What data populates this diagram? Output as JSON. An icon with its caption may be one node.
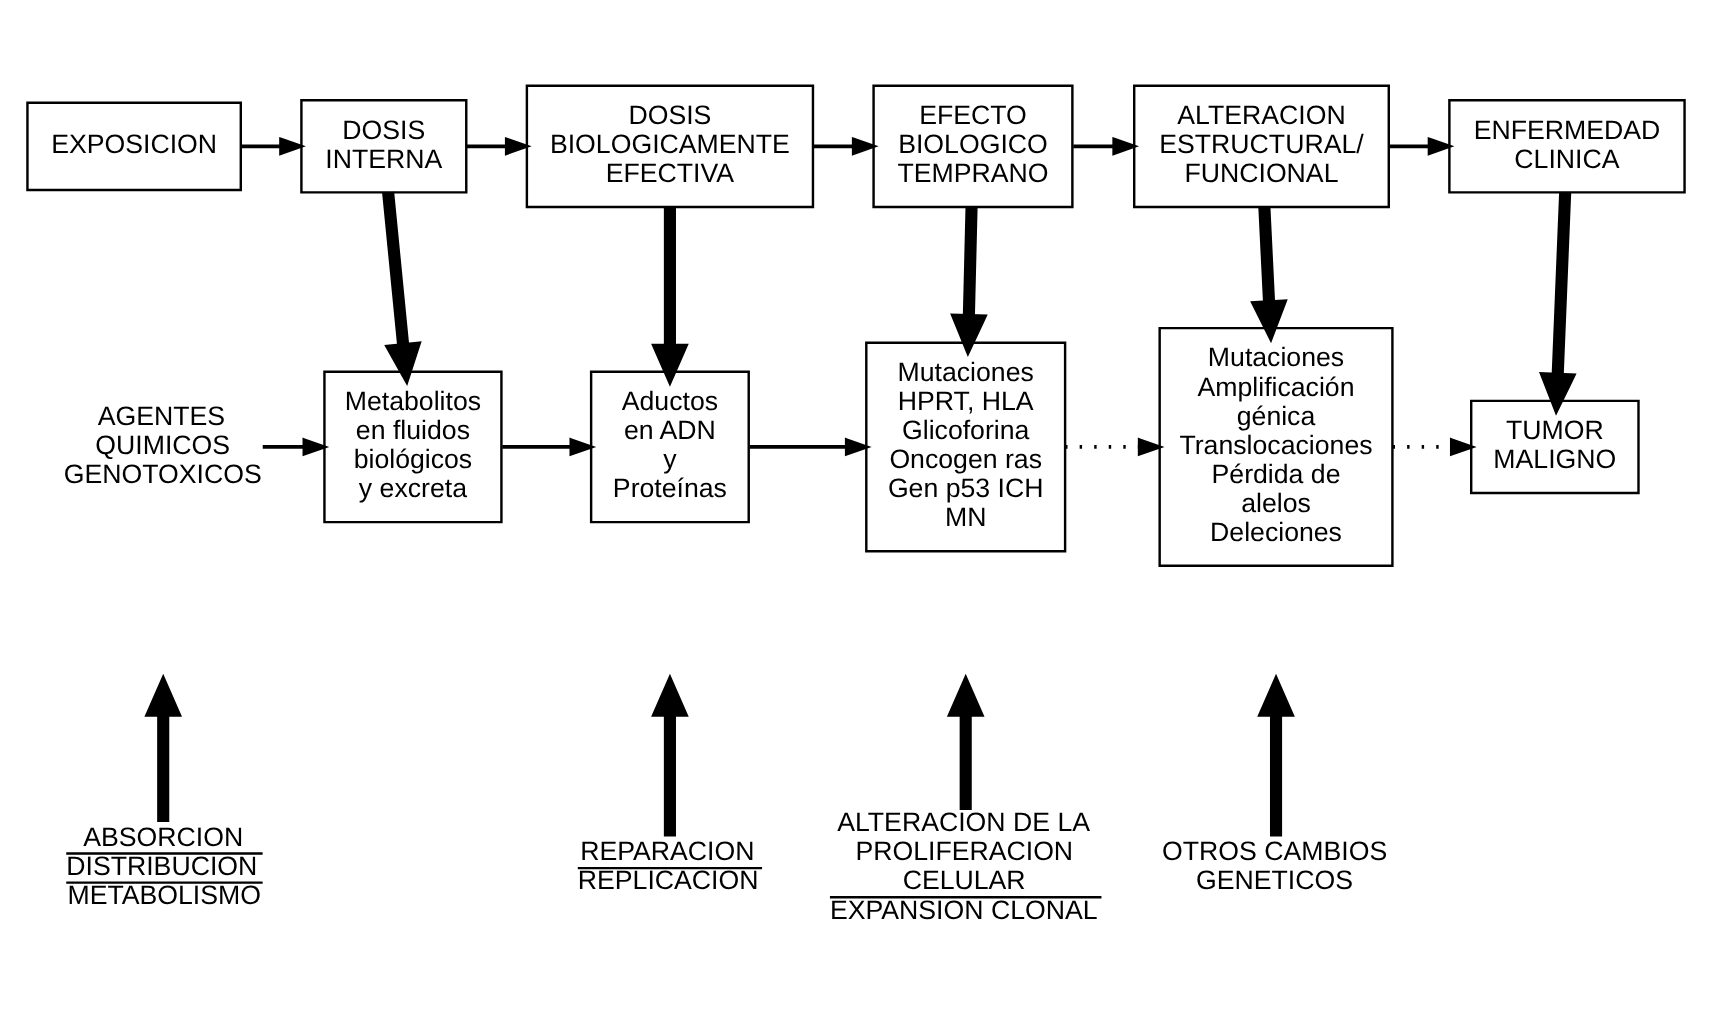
{
  "diagram": {
    "nodes": [
      {
        "text": [
          "EXPOSICION"
        ]
      },
      {
        "text": [
          "DOSIS INTERNA"
        ]
      },
      {
        "text": [
          "DOSIS BIOLOGICAMENTE EFECTIVA"
        ]
      },
      {
        "text": [
          "EFECTO BIOLOGICO TEMPRANO"
        ]
      },
      {
        "text": [
          "ALTERACION ESTRUCTURAL/ FUNCIONAL"
        ]
      },
      {
        "text": [
          "ENFERMEDAD CLINICA"
        ]
      },
      {
        "text": [
          "AGENTES QUIMICOS GENOTOXICOS"
        ]
      },
      {
        "text": [
          "Metabolitos en fluidos biológicos y excreta"
        ]
      },
      {
        "text": [
          "Aductos en ADN y Proteínas"
        ]
      },
      {
        "text": [
          "Mutaciones HPRT, HLA Glicoforina Oncogen ras Gen p53 ICH MN"
        ]
      },
      {
        "text": [
          "Mutaciones Amplificación génica Translocaciones Pérdida de alelos Deleciones"
        ]
      },
      {
        "text": [
          "TUMOR MALIGNO"
        ]
      },
      {
        "text": [
          "ABSORCION",
          "DISTRIBUCION",
          "METABOLISMO"
        ]
      },
      {
        "text": [
          "REPARACION",
          "REPLICACION"
        ]
      },
      {
        "text": [
          "ALTERACION DE LA PROLIFERACION CELULAR",
          "EXPANSION CLONAL"
        ]
      },
      {
        "text": [
          "OTROS CAMBIOS GENETICOS"
        ]
      }
    ],
    "edges": [
      {
        "from": 0,
        "to": 1,
        "arrow": "to"
      },
      {
        "from": 1,
        "to": 2,
        "arrow": "to"
      },
      {
        "from": 2,
        "to": 3,
        "arrow": "to"
      },
      {
        "from": 3,
        "to": 4,
        "arrow": "to"
      },
      {
        "from": 4,
        "to": 5,
        "arrow": "to"
      },
      {
        "from": 1,
        "to": 7,
        "arrow": "to",
        "style": "thick"
      },
      {
        "from": 2,
        "to": 8,
        "arrow": "to",
        "style": "thick"
      },
      {
        "from": 3,
        "to": 9,
        "arrow": "to",
        "style": "thick"
      },
      {
        "from": 4,
        "to": 10,
        "arrow": "to",
        "style": "thick"
      },
      {
        "from": 5,
        "to": 11,
        "arrow": "to",
        "style": "thick"
      },
      {
        "from": 6,
        "to": 7,
        "arrow": "to"
      },
      {
        "from": 7,
        "to": 8,
        "arrow": "to"
      },
      {
        "from": 8,
        "to": 9,
        "arrow": "to"
      },
      {
        "from": 9,
        "to": 10,
        "arrow": "to",
        "style": "dashed"
      },
      {
        "from": 10,
        "to": 11,
        "arrow": "to",
        "style": "dashed"
      },
      {
        "from": 12,
        "to": null,
        "arrow": "to",
        "style": "thick"
      },
      {
        "from": 13,
        "to": null,
        "arrow": "to",
        "style": "thick"
      },
      {
        "from": 14,
        "to": null,
        "arrow": "to",
        "style": "thick"
      },
      {
        "from": 15,
        "to": null,
        "arrow": "to",
        "style": "thick"
      }
    ]
  }
}
